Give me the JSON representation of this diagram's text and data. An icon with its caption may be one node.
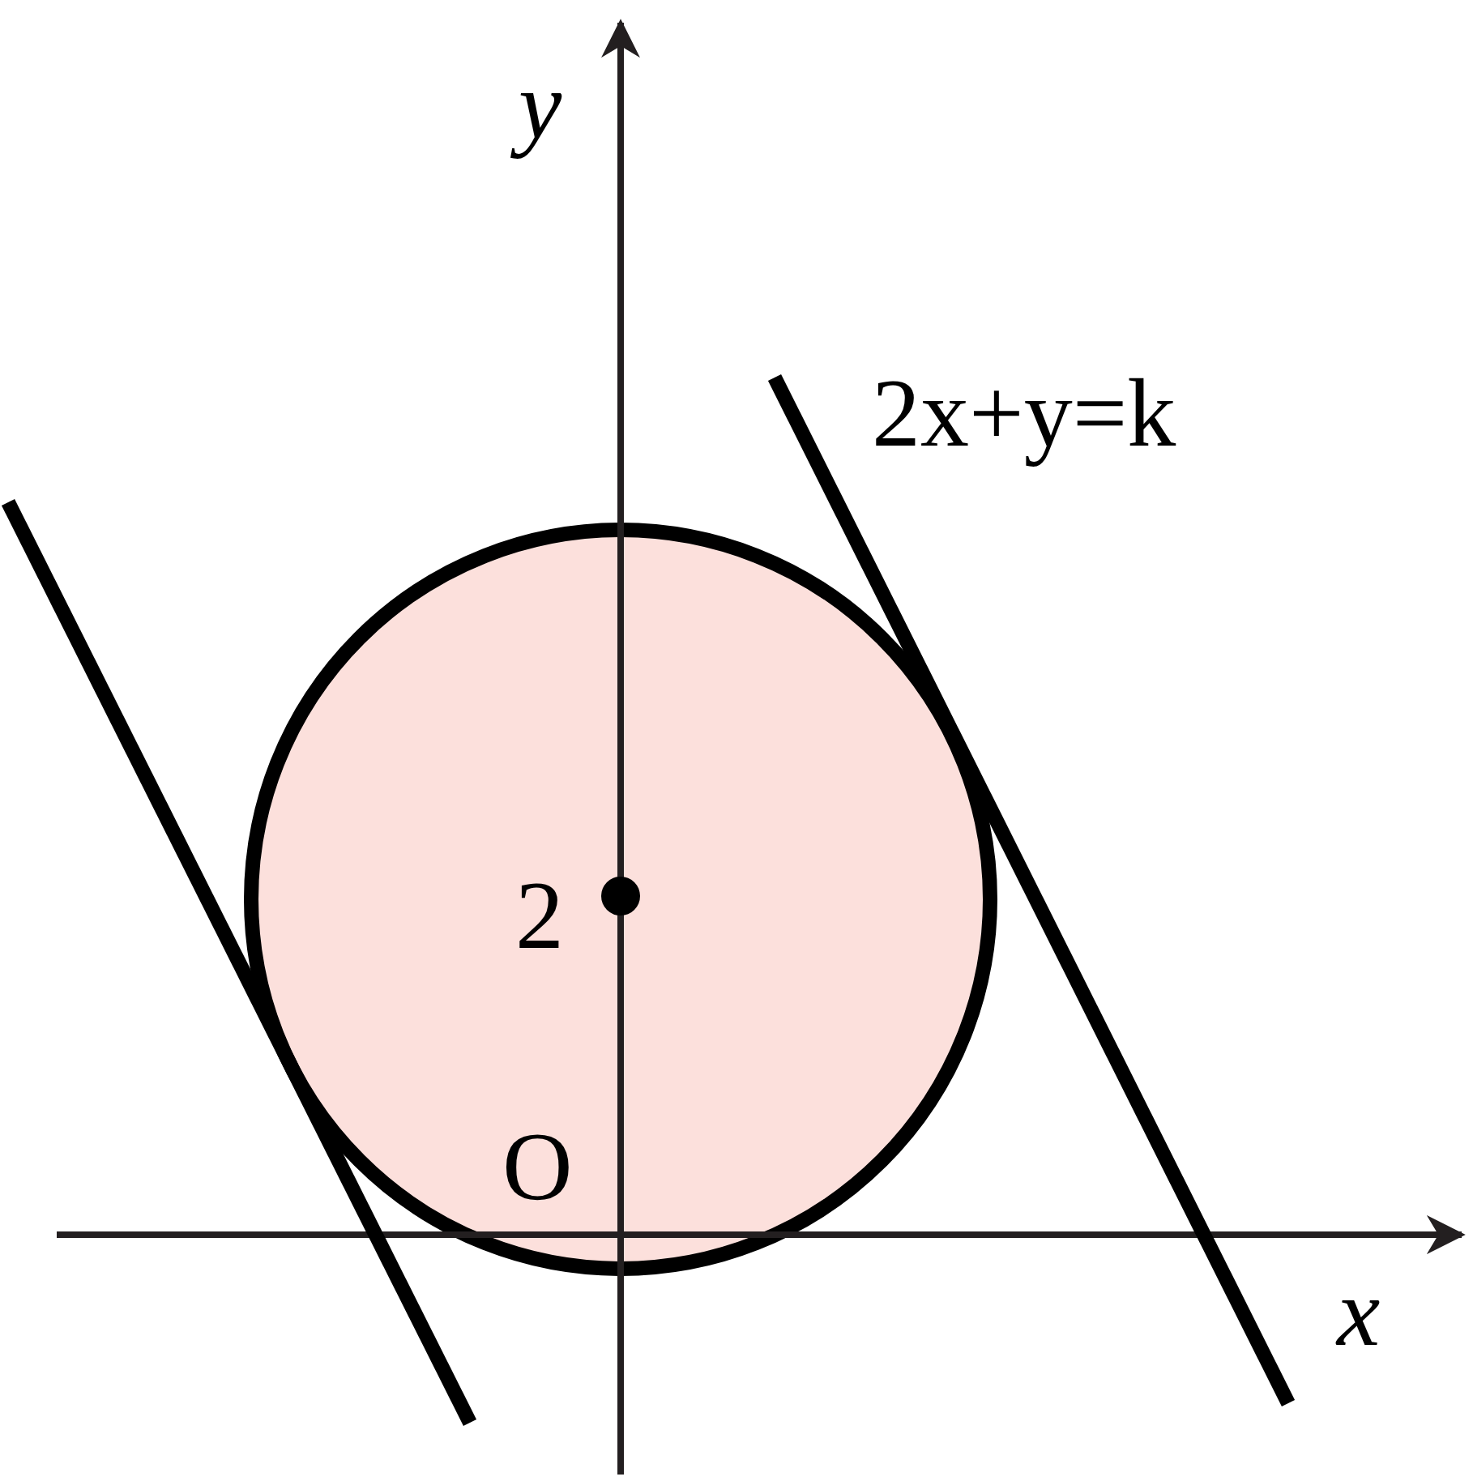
{
  "diagram": {
    "labels": [
      "y",
      "2x+y=k",
      "2",
      "O",
      "x"
    ]
  }
}
